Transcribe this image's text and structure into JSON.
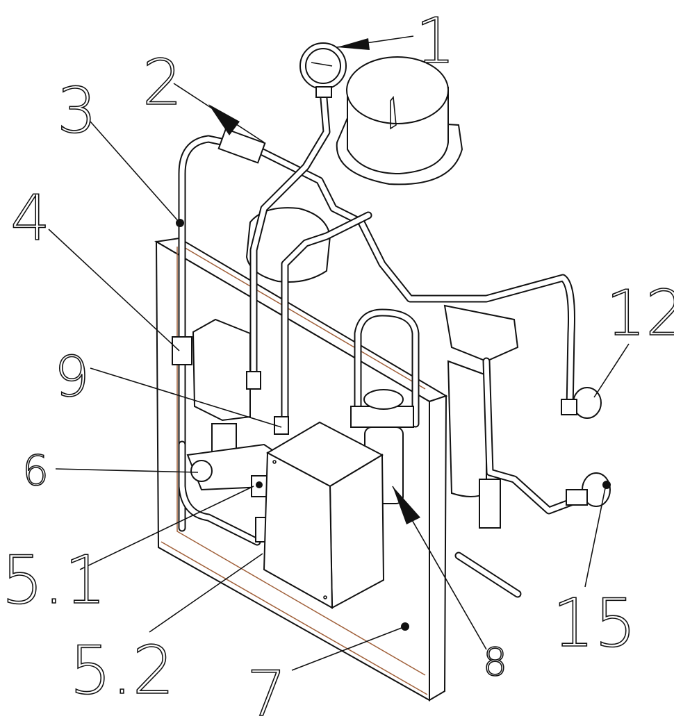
{
  "figure": {
    "labels": {
      "l1": "1",
      "l2": "2",
      "l3": "3",
      "l4": "4",
      "l9": "9",
      "l6": "6",
      "l51": "5.1",
      "l52": "5.2",
      "l7": "7",
      "l8": "8",
      "l15": "15",
      "l12": "12"
    },
    "colors": {
      "line": "#111111",
      "edge_accent": "#a0603a"
    }
  }
}
